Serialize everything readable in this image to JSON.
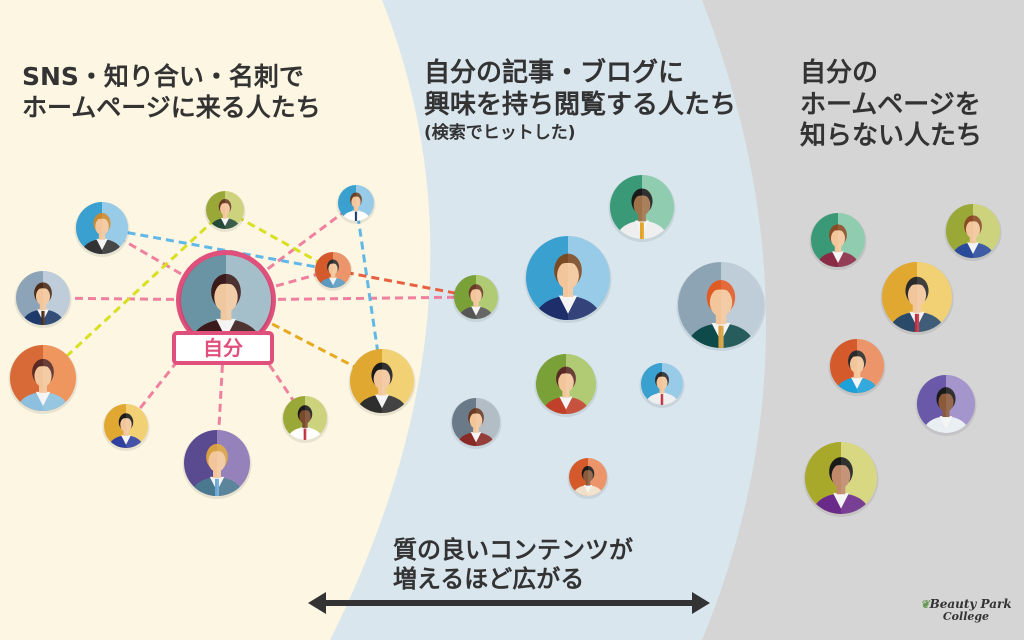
{
  "regions": {
    "inner": {
      "color": "#fcf6e2",
      "title_lines": [
        "SNS・知り合い・名刺で",
        "ホームページに来る人たち"
      ]
    },
    "middle": {
      "color": "#dae6ee",
      "title_lines": [
        "自分の記事・ブログに",
        "興味を持ち閲覧する人たち"
      ],
      "subtitle": "(検索でヒットした)"
    },
    "outer": {
      "color": "#d5d5d5",
      "title_lines": [
        "自分の",
        "ホームページを",
        "知らない人たち"
      ]
    }
  },
  "self": {
    "label": "自分",
    "accent_color": "#e0507c"
  },
  "bottom_caption": {
    "lines": [
      "質の良いコンテンツが",
      "増えるほど広がる"
    ],
    "arrow": "double-headed-arrow"
  },
  "logo": {
    "line1": "Beauty Park",
    "line2": "College",
    "icon": "leaf-icon"
  },
  "people": [
    {
      "id": "p-inner-1",
      "region": "inner",
      "desc": "woman blonde suit",
      "bg": [
        "#3aa0d0",
        "#8cc6e6"
      ],
      "hair": "#c88a30",
      "suit": "#333",
      "skin": "#f2c69a",
      "tie": null
    },
    {
      "id": "p-inner-2",
      "region": "inner",
      "desc": "woman glasses green",
      "bg": [
        "#9aa838",
        "#c8cf6e"
      ],
      "hair": "#6a3a24",
      "suit": "#234a38",
      "skin": "#f2c69a",
      "tie": null
    },
    {
      "id": "p-inner-3",
      "region": "inner",
      "desc": "man blue bg tie",
      "bg": [
        "#3aa0d0",
        "#8cc6e6"
      ],
      "hair": "#6a4024",
      "suit": "#fff",
      "skin": "#f2c69a",
      "tie": "#1a3a6a"
    },
    {
      "id": "p-inner-4",
      "region": "inner",
      "desc": "man brown suit",
      "bg": [
        "#8da4b8",
        "#b8c8d6"
      ],
      "hair": "#4a2c18",
      "suit": "#1e3a6a",
      "skin": "#f2c69a",
      "tie": "#4a2c18"
    },
    {
      "id": "p-inner-5",
      "region": "inner",
      "desc": "man orange bg",
      "bg": [
        "#d45a2c",
        "#ea8a5a"
      ],
      "hair": "#2a2a2a",
      "suit": "#5a9ac0",
      "skin": "#f2c69a",
      "tie": null
    },
    {
      "id": "p-inner-6",
      "region": "inner",
      "desc": "woman ponytail orange",
      "bg": [
        "#d86a38",
        "#ee8a4c"
      ],
      "hair": "#5a2a24",
      "suit": "#8cc0de",
      "skin": "#f2c69a",
      "tie": null
    },
    {
      "id": "p-inner-7",
      "region": "inner",
      "desc": "woman bangs yellow",
      "bg": [
        "#e0a830",
        "#f0cc64"
      ],
      "hair": "#1a1a1a",
      "suit": "#2e2e2e",
      "skin": "#f2c69a",
      "tie": null
    },
    {
      "id": "p-inner-8",
      "region": "inner",
      "desc": "woman long hair small",
      "bg": [
        "#e0a830",
        "#f0cc64"
      ],
      "hair": "#1a1a1a",
      "suit": "#3040a0",
      "skin": "#f2c69a",
      "tie": null
    },
    {
      "id": "p-inner-9",
      "region": "inner",
      "desc": "man dark skin",
      "bg": [
        "#9aa838",
        "#c8cf6e"
      ],
      "hair": "#1a1a1a",
      "suit": "#fff",
      "skin": "#7a4a2c",
      "tie": "#c03040"
    },
    {
      "id": "p-inner-10",
      "region": "inner",
      "desc": "man beard glasses purple",
      "bg": [
        "#5a4a90",
        "#8a74b4"
      ],
      "hair": "#d8a040",
      "suit": "#4a7890",
      "skin": "#f2c69a",
      "tie": "#6aa8d8"
    },
    {
      "id": "p-mid-1",
      "region": "middle",
      "desc": "woman grey suit green",
      "bg": [
        "#7aa038",
        "#a8c664"
      ],
      "hair": "#6a3a24",
      "suit": "#555",
      "skin": "#f2c69a",
      "tie": null
    },
    {
      "id": "p-mid-2",
      "region": "middle",
      "desc": "man dark skin green",
      "bg": [
        "#3a9a78",
        "#84c8a8"
      ],
      "hair": "#1a1a1a",
      "suit": "#eee",
      "skin": "#a0724a",
      "tie": "#e0a020"
    },
    {
      "id": "p-mid-3",
      "region": "middle",
      "desc": "man brown hair blue",
      "bg": [
        "#3aa0d0",
        "#8cc6e6"
      ],
      "hair": "#7a4a24",
      "suit": "#1e2e6a",
      "skin": "#f2c69a",
      "tie": null
    },
    {
      "id": "p-mid-4",
      "region": "middle",
      "desc": "man red hair glasses",
      "bg": [
        "#8da4b4",
        "#b8c8d4"
      ],
      "hair": "#e05a24",
      "suit": "#0e4a4a",
      "skin": "#f2c69a",
      "tie": "#d8a040"
    },
    {
      "id": "p-mid-5",
      "region": "middle",
      "desc": "woman green bg red",
      "bg": [
        "#7aa038",
        "#a8c664"
      ],
      "hair": "#5a2a24",
      "suit": "#c0402a",
      "skin": "#f2c69a",
      "tie": null
    },
    {
      "id": "p-mid-6",
      "region": "middle",
      "desc": "man blue small",
      "bg": [
        "#3aa0d0",
        "#8cc6e6"
      ],
      "hair": "#2a2a2a",
      "suit": "#eee",
      "skin": "#f2c69a",
      "tie": "#c03040"
    },
    {
      "id": "p-mid-7",
      "region": "middle",
      "desc": "woman grey bg",
      "bg": [
        "#6a7a88",
        "#aab6c0"
      ],
      "hair": "#6a3a24",
      "suit": "#8a2a24",
      "skin": "#f2c69a",
      "tie": null
    },
    {
      "id": "p-mid-8",
      "region": "middle",
      "desc": "woman orange small",
      "bg": [
        "#d45a2c",
        "#ea8a5a"
      ],
      "hair": "#1a1a1a",
      "suit": "#f0e0c8",
      "skin": "#8a5a3a",
      "tie": null
    },
    {
      "id": "p-out-1",
      "region": "outer",
      "desc": "woman glasses teal",
      "bg": [
        "#3a9a78",
        "#84c8a8"
      ],
      "hair": "#8a4a24",
      "suit": "#8a2a44",
      "skin": "#f2c69a",
      "tie": null
    },
    {
      "id": "p-out-2",
      "region": "outer",
      "desc": "woman olive",
      "bg": [
        "#9aa838",
        "#c8cf6e"
      ],
      "hair": "#8a4a24",
      "suit": "#2a4a9a",
      "skin": "#f2c69a",
      "tie": null
    },
    {
      "id": "p-out-3",
      "region": "outer",
      "desc": "man yellow",
      "bg": [
        "#e0a830",
        "#f0cc64"
      ],
      "hair": "#2a2a2a",
      "suit": "#2a4a6a",
      "skin": "#f2c69a",
      "tie": "#c03040"
    },
    {
      "id": "p-out-4",
      "region": "outer",
      "desc": "man beard orange",
      "bg": [
        "#d45a2c",
        "#ea8a5a"
      ],
      "hair": "#2a2a2a",
      "suit": "#1ea0d8",
      "skin": "#f2c69a",
      "tie": null
    },
    {
      "id": "p-out-5",
      "region": "outer",
      "desc": "man purple",
      "bg": [
        "#6a58a8",
        "#9a8ac8"
      ],
      "hair": "#1a1a1a",
      "suit": "#e8eef2",
      "skin": "#8a5a3a",
      "tie": null
    },
    {
      "id": "p-out-6",
      "region": "outer",
      "desc": "woman purple suit",
      "bg": [
        "#a8a82a",
        "#d4d474"
      ],
      "hair": "#1a1a1a",
      "suit": "#6a2a8a",
      "skin": "#c08a6a",
      "tie": null
    }
  ],
  "connections": [
    {
      "from": "self",
      "to": "p-inner-1",
      "color": "#f080a0"
    },
    {
      "from": "self",
      "to": "p-inner-4",
      "color": "#f080a0"
    },
    {
      "from": "self",
      "to": "p-inner-3",
      "color": "#f080a0"
    },
    {
      "from": "self",
      "to": "p-inner-5",
      "color": "#f080a0"
    },
    {
      "from": "self",
      "to": "p-mid-1",
      "color": "#f080a0"
    },
    {
      "from": "self",
      "to": "p-inner-7",
      "color": "#e8a820"
    },
    {
      "from": "self",
      "to": "p-inner-8",
      "color": "#f080a0"
    },
    {
      "from": "self",
      "to": "p-inner-10",
      "color": "#f080a0"
    },
    {
      "from": "self",
      "to": "p-inner-9",
      "color": "#f080a0"
    },
    {
      "from": "p-inner-1",
      "to": "p-inner-5",
      "color": "#60b8e8"
    },
    {
      "from": "p-inner-2",
      "to": "p-inner-6",
      "color": "#d8e020"
    },
    {
      "from": "p-inner-2",
      "to": "p-inner-5",
      "color": "#d8e020"
    },
    {
      "from": "p-inner-3",
      "to": "p-inner-7",
      "color": "#60b8e8"
    },
    {
      "from": "p-inner-5",
      "to": "p-mid-1",
      "color": "#e86040"
    }
  ]
}
